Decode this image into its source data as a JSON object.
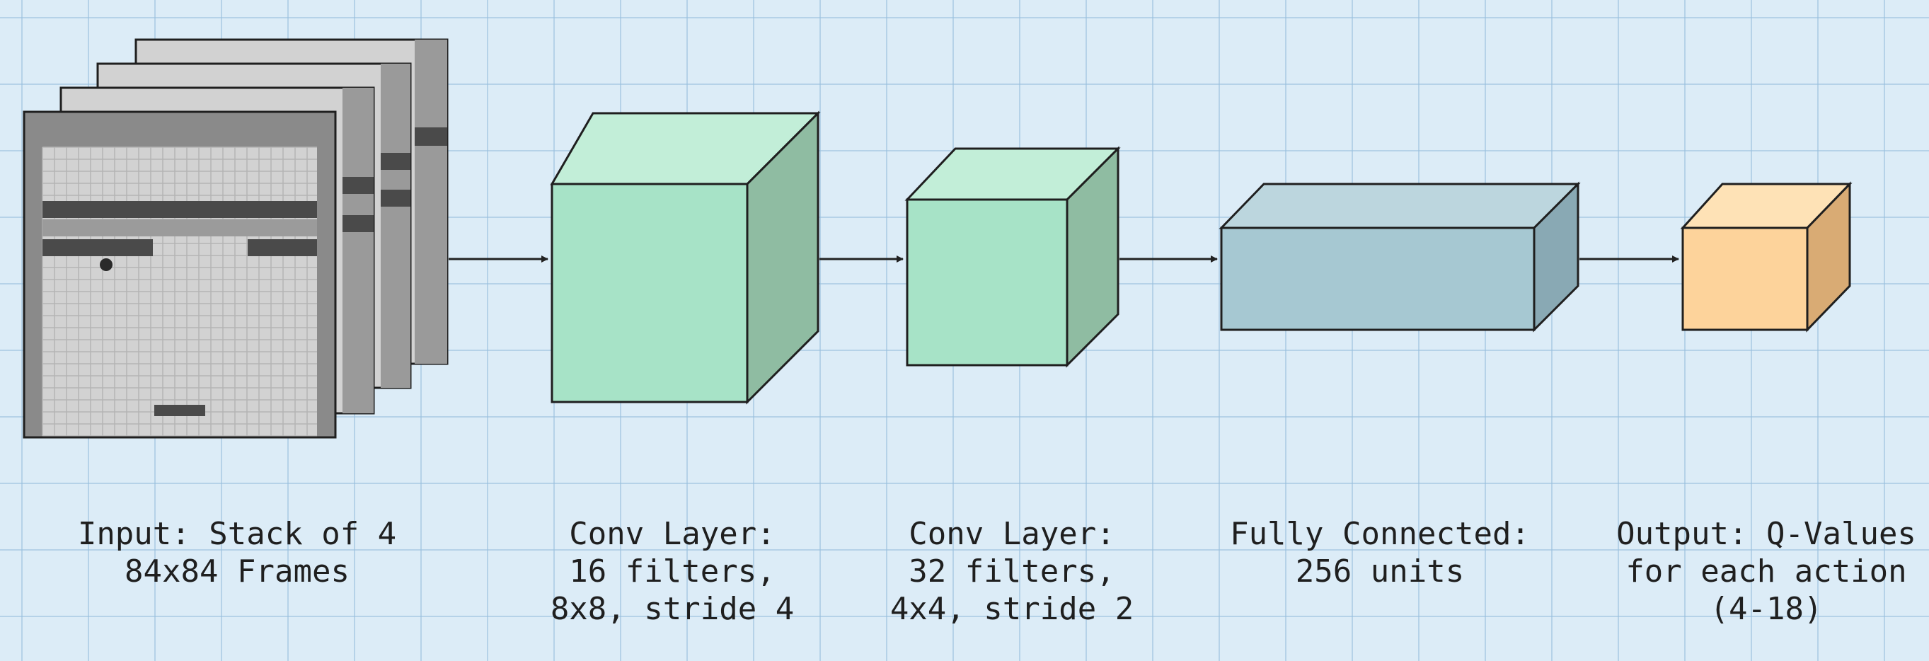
{
  "colors": {
    "background": "#dcecf7",
    "grid": "#a7c9e2",
    "frame_fill": "#d2d2d2",
    "frame_border": "#1f1f1f",
    "frame_wall": "#8a8a8a",
    "brick": "#4a4a4a",
    "conv_front": "#a7e3c7",
    "conv_top": "#c2eed8",
    "conv_side": "#8fbca2",
    "fc_front": "#a6c8d2",
    "fc_top": "#bcd6de",
    "fc_side": "#89a9b4",
    "out_front": "#fdd39b",
    "out_top": "#fee2b6",
    "out_side": "#d9ab74",
    "edge": "#1f1f1f",
    "arrow": "#222222"
  },
  "nodes": [
    {
      "id": "input",
      "kind": "frame-stack",
      "frames": 4,
      "icon": "breakout-game-frame-icon",
      "label_lines": [
        "Input: Stack of 4",
        "84x84 Frames"
      ]
    },
    {
      "id": "conv1",
      "kind": "cube",
      "color": "conv",
      "label_lines": [
        "Conv Layer:",
        "16 filters,",
        "8x8, stride 4"
      ]
    },
    {
      "id": "conv2",
      "kind": "cube",
      "color": "conv",
      "label_lines": [
        "Conv Layer:",
        "32 filters,",
        "4x4, stride 2"
      ]
    },
    {
      "id": "fc",
      "kind": "box",
      "color": "fc",
      "label_lines": [
        "Fully Connected:",
        "256 units"
      ]
    },
    {
      "id": "output",
      "kind": "cube",
      "color": "out",
      "label_lines": [
        "Output: Q-Values",
        "for each action",
        "(4-18)"
      ]
    }
  ],
  "edges": [
    {
      "from": "input",
      "to": "conv1"
    },
    {
      "from": "conv1",
      "to": "conv2"
    },
    {
      "from": "conv2",
      "to": "fc"
    },
    {
      "from": "fc",
      "to": "output"
    }
  ]
}
